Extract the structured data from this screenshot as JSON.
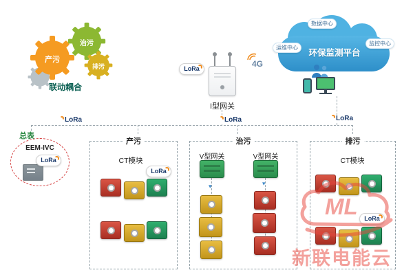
{
  "gears": {
    "produce": "产污",
    "treat": "治污",
    "discharge": "排污",
    "caption": "联动耦合"
  },
  "gateway_i": {
    "label": "I型网关",
    "lora_badge": "LoRa",
    "signal": "4G"
  },
  "cloud": {
    "title": "环保监测平台",
    "node_top": "数据中心",
    "node_left": "运维中心",
    "node_right": "监控中心"
  },
  "bus": {
    "lora_left": "LoRa",
    "lora_center": "LoRa",
    "lora_right": "LoRa"
  },
  "main_meter": {
    "label": "总表",
    "model": "EEM-IVC",
    "lora_badge": "LoRa"
  },
  "zone_produce": {
    "title": "产污",
    "ct_label": "CT模块",
    "lora_badge": "LoRa"
  },
  "zone_treat": {
    "title": "治污",
    "gateway_left": "V型网关",
    "gateway_right": "V型网关"
  },
  "zone_discharge": {
    "title": "排污",
    "ct_label": "CT模块",
    "lora_badge": "LoRa"
  },
  "watermark": {
    "logo": "ML",
    "text": "新联电能云"
  },
  "colors": {
    "cloud_blue": "#3fa9dc",
    "gear_orange": "#f59b22",
    "gear_green": "#8cb832",
    "gear_gold": "#d8b021",
    "module_red": "#c23b2e",
    "module_yellow": "#d9a826",
    "module_green": "#23985f",
    "lora_navy": "#1b3a6b",
    "lora_orange": "#f08c1e",
    "watermark_red": "#e8453c",
    "meter_label_green": "#2e8b46"
  }
}
